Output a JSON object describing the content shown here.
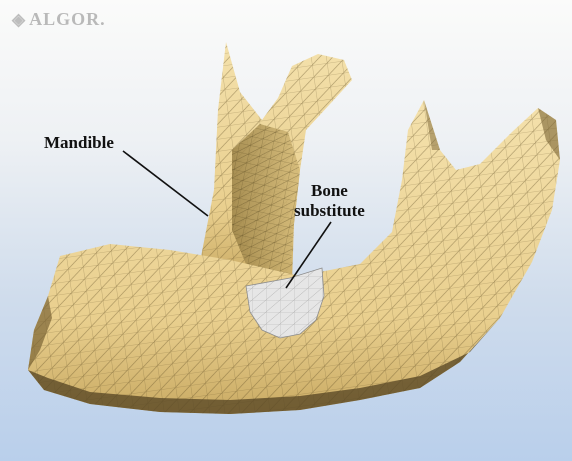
{
  "logo": {
    "mark": "◈",
    "text": "ALGOR."
  },
  "labels": {
    "mandible": "Mandible",
    "bone_substitute_line1": "Bone",
    "bone_substitute_line2": "substitute"
  },
  "colors": {
    "bone": "#eed598",
    "bone_shadow": "#b89a56",
    "mesh_line": "#5c4a22",
    "substitute": "#e6e6e6",
    "background_top": "#fbfbfa",
    "background_bottom": "#b9cfeb"
  }
}
